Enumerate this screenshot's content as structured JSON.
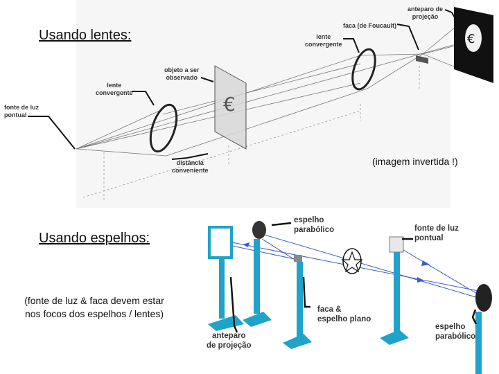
{
  "headings": {
    "lenses": "Usando lentes:",
    "mirrors": "Usando espelhos:"
  },
  "notes": {
    "inverted_image": "(imagem invertida !)",
    "focus_line1": "(fonte de luz & faca devem estar",
    "focus_line2": "nos focos dos espelhos / lentes)"
  },
  "lens_setup": {
    "point_source": [
      "fonte de luz",
      "pontual"
    ],
    "converging_lens_1": [
      "lente",
      "convergente"
    ],
    "object": [
      "objeto a ser",
      "observado"
    ],
    "distance": [
      "distância",
      "conveniente"
    ],
    "converging_lens_2": [
      "lente",
      "convergente"
    ],
    "foucault_knife": "faca (de Foucault)",
    "screen": [
      "anteparo de",
      "projeção"
    ]
  },
  "mirror_setup": {
    "parabolic_mirror_top": [
      "espelho",
      "parabólico"
    ],
    "light_source": [
      "fonte de luz",
      "pontual"
    ],
    "knife_flat_mirror": [
      "faca &",
      "espelho plano"
    ],
    "screen": [
      "anteparo",
      "de projeção"
    ],
    "parabolic_mirror_right": [
      "espelho",
      "parabólico"
    ]
  },
  "colors": {
    "stand": "#1fa3c9",
    "beam": "#3b5bc8",
    "diagram_line": "#555555"
  }
}
